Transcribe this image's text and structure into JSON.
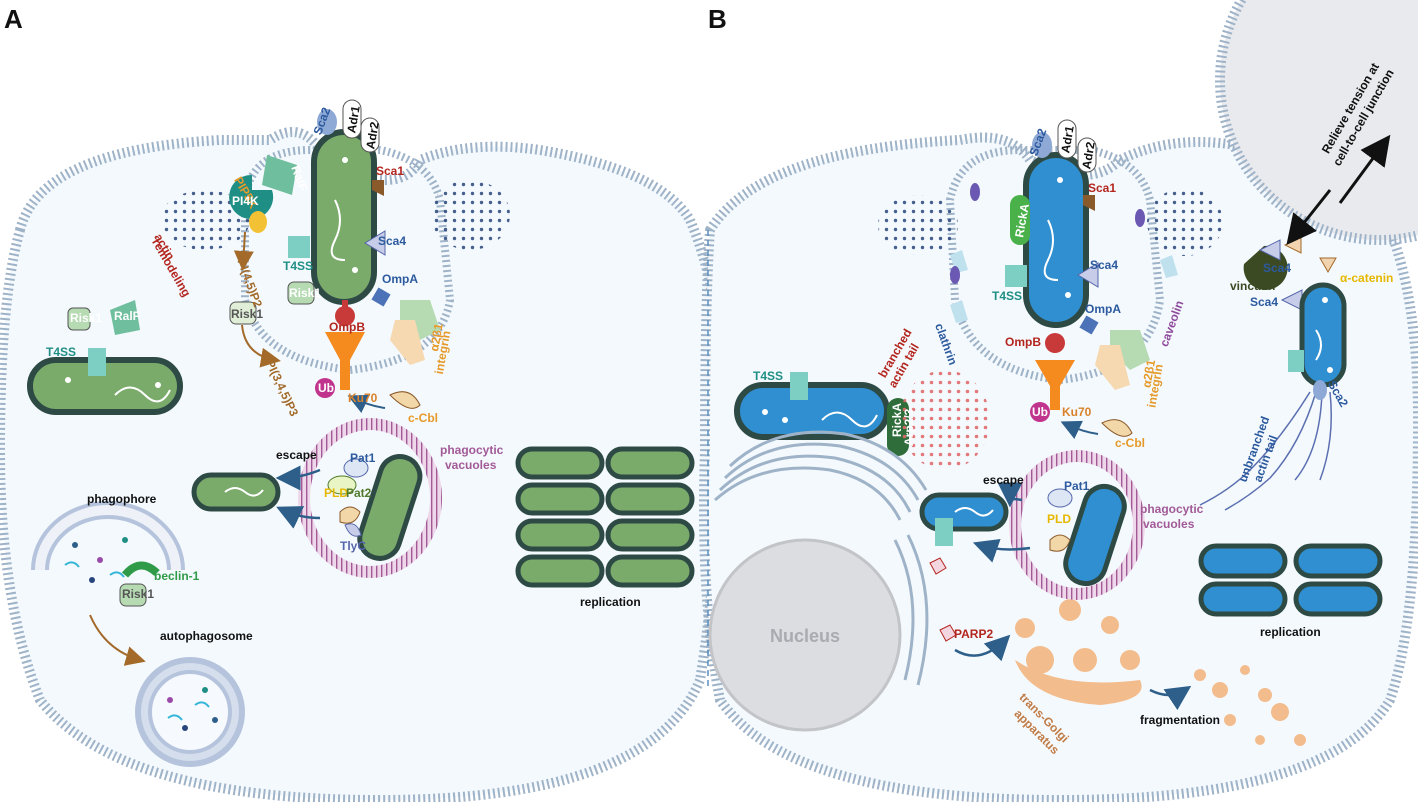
{
  "panels": {
    "a": "A",
    "b": "B"
  },
  "colors": {
    "membrane": "#9fb3c8",
    "cytoplasm": "#f4f9fd",
    "bacterium_a": "#7aab6b",
    "bacterium_b": "#2f8fd0",
    "bacterium_outline": "#2e4a45",
    "vacuole": "#a25a97",
    "actin": "#27457a",
    "golgi": "#f3b27a",
    "arrow": "#2d5f8a",
    "brown_arrow": "#a36a2a",
    "nucleus": "#dcdde0"
  },
  "panel_a": {
    "sca2": "Sca2",
    "adr1": "Adr1",
    "adr2": "Adr2",
    "sca1": "Sca1",
    "ralf": "RalF",
    "pi4k": "PI4K",
    "pip5k": "PIP5K",
    "actin_remodeling_1": "actin",
    "actin_remodeling_2": "remodeling",
    "pi45p2": "PI(4,5)P2",
    "pi345p3": "PI(3,4,5)P3",
    "t4ss_top": "T4SS",
    "sca4": "Sca4",
    "ompa": "OmpA",
    "risk1_top": "Risk1",
    "risk1_mid": "Risk1",
    "ompb": "OmpB",
    "a2b1_1": "α2β1",
    "a2b1_2": "integrin",
    "ub": "Ub",
    "ku70": "Ku70",
    "ccbl": "c-Cbl",
    "t4ss_left": "T4SS",
    "risk1_left": "Risk1",
    "ralf_left": "RalF",
    "escape": "escape",
    "pat1": "Pat1",
    "pld": "PLD",
    "pat2": "Pat2",
    "tlyc": "TlyC",
    "phago_1": "phagocytic",
    "phago_2": "vacuoles",
    "phagophore": "phagophore",
    "beclin": "beclin-1",
    "risk1_beclin": "Risk1",
    "autophagosome": "autophagosome",
    "replication": "replication"
  },
  "panel_b": {
    "sca2": "Sca2",
    "adr1": "Adr1",
    "adr2": "Adr2",
    "sca1": "Sca1",
    "ricka": "RickA",
    "t4ss_top": "T4SS",
    "sca4": "Sca4",
    "ompa": "OmpA",
    "ompb": "OmpB",
    "clathrin": "clathrin",
    "caveolin": "caveolin",
    "a2b1_1": "α2β1",
    "a2b1_2": "integrin",
    "ub": "Ub",
    "ku70": "Ku70",
    "ccbl": "c-Cbl",
    "t4ss_left": "T4SS",
    "branched_1": "branched",
    "branched_2": "actin tail",
    "ricka_small": "RickA",
    "arp23": "Arp2/3",
    "escape": "escape",
    "pat1": "Pat1",
    "pld": "PLD",
    "phago_1": "phagocytic",
    "phago_2": "vacuoles",
    "nucleus": "Nucleus",
    "parp2": "PARP2",
    "golgi_1": "trans-Golgi",
    "golgi_2": "apparatus",
    "fragmentation": "fragmentation",
    "replication": "replication",
    "relieve_1": "Relieve tension at",
    "relieve_2": "cell-to-cell junction",
    "vinculin": "vinculin",
    "sca4_a": "Sca4",
    "sca4_b": "Sca4",
    "acatenin": "α-catenin",
    "sca2_tail": "Sca2",
    "unbranched_1": "unbranched",
    "unbranched_2": "actin tail"
  }
}
